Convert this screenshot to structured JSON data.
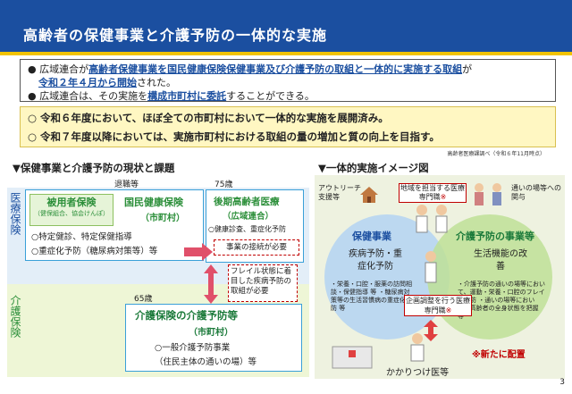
{
  "header": {
    "title": "高齢者の保健事業と介護予防の一体的な実施"
  },
  "bullets": {
    "line1_prefix": "広域連合が",
    "line1_link": "高齢者保健事業を国民健康保険保健事業及び介護予防の取組と一体的に実施する取組",
    "line1_suffix": "が",
    "line2_link": "令和２年４月から開始",
    "line2_suffix": "された。",
    "line3_prefix": "広域連合は、その実施を",
    "line3_link": "構成市町村に委託",
    "line3_suffix": "することができる。"
  },
  "goals": {
    "g1": "令和６年度において、ほぼ全ての市町村において一体的な実施を展開済み。",
    "g2": "令和７年度以降においては、実施市町村における取組の量の増加と質の向上を目指す。"
  },
  "source": "高齢者医療課調べ（令和６年11月時点）",
  "left": {
    "heading": "▼保健事業と介護予防の現状と課題",
    "retire": "退職等",
    "age75": "75歳",
    "age65": "65歳",
    "medical_vert": "医療保険",
    "care_vert": "介護保険",
    "emp_title": "被用者保険",
    "emp_sub": "（健保組合、協会けんぽ）",
    "nhi_title": "国民健康保険",
    "nhi_sub": "（市町村）",
    "nhi_item1": "○特定健診、特定保健指導",
    "nhi_item2": "○重症化予防（糖尿病対策等）等",
    "elder_title": "後期高齢者医療",
    "elder_sub": "（広域連合）",
    "elder_item1": "○健康診査、重症化予防",
    "need_link": "事業の接続が必要",
    "frailty": "フレイル状態に着目した疾病予防の取組が必要",
    "care_title": "介護保険の介護予防等",
    "care_sub": "（市町村）",
    "care_item1": "○一般介護予防事業",
    "care_item2": "（住民主体の通いの場）等"
  },
  "right": {
    "heading": "▼一体的実施イメージ図",
    "outreach": "アウトリーチ支援等",
    "regional_pro": "地域を担当する医療専門職",
    "mark": "※",
    "kayoi": "通いの場等への関与",
    "health": "保健事業",
    "care_prev": "介護予防の事業等",
    "disease_prev": "疾病予防・重症化予防",
    "life_func": "生活機能の改善",
    "health_notes": "・栄養・口腔・服薬の訪問相談・保健指導 等 ・糖尿病対策等の生活習慣病の重症化予防 等",
    "care_notes": "・介護予防の通いの場等において、運動・栄養・口腔のフレイル予防 ・通いの場等において、高齢者の全身状態を把握 等",
    "coordinator": "企画調整を行う医療専門職",
    "new_alloc": "※新たに配置",
    "family_doc": "かかりつけ医等"
  },
  "page_no": "3",
  "colors": {
    "header": "#1b4fa0",
    "accent": "#f2c300",
    "green": "#2c8f3a",
    "red": "#c00000",
    "blue": "#1b4fa0"
  }
}
